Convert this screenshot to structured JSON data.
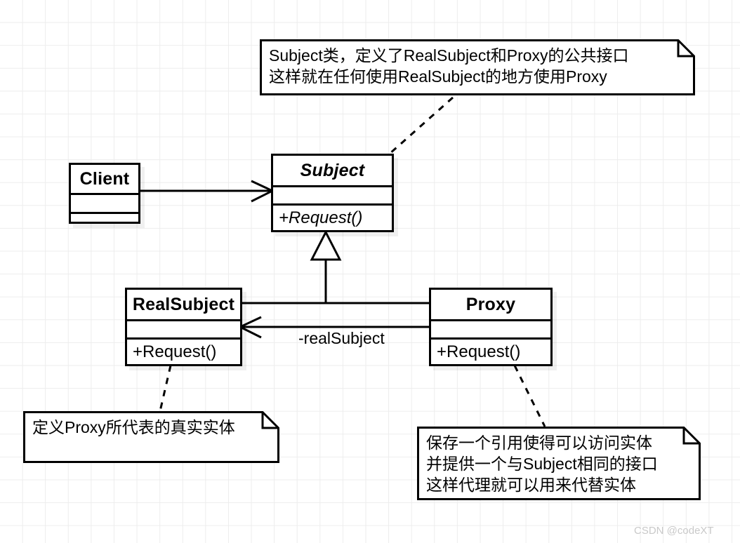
{
  "diagram": {
    "title": "Proxy Pattern UML Class Diagram",
    "background": "#ffffff",
    "grid_color": "#ededed",
    "line_color": "#000000",
    "watermark": "CSDN @codeXT",
    "watermark_color": "#c9c9c9"
  },
  "classes": {
    "client": {
      "name": "Client",
      "attributes": "",
      "operations": "",
      "abstract": false
    },
    "subject": {
      "name": "Subject",
      "attributes": "",
      "operations": "+Request()",
      "abstract": true
    },
    "realsubject": {
      "name": "RealSubject",
      "attributes": "",
      "operations": "+Request()",
      "abstract": false
    },
    "proxy": {
      "name": "Proxy",
      "attributes": "",
      "operations": "+Request()",
      "abstract": false
    }
  },
  "edges": {
    "client_to_subject": {
      "label": "",
      "kind": "association"
    },
    "proxy_to_realsubject": {
      "label": "-realSubject",
      "kind": "association"
    },
    "generalization": {
      "label": "",
      "kind": "generalization"
    }
  },
  "notes": {
    "subject_note": {
      "text": "Subject类，定义了RealSubject和Proxy的公共接口\n这样就在任何使用RealSubject的地方使用Proxy",
      "attached_to": "subject"
    },
    "realsubject_note": {
      "text": "定义Proxy所代表的真实实体",
      "attached_to": "realsubject"
    },
    "proxy_note": {
      "text": "保存一个引用使得可以访问实体\n并提供一个与Subject相同的接口\n这样代理就可以用来代替实体",
      "attached_to": "proxy"
    }
  }
}
